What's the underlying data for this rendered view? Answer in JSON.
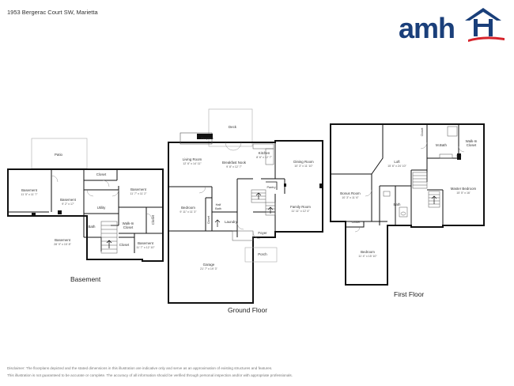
{
  "address": "1953 Bergerac Court SW, Marietta",
  "logo": {
    "wordmark": "amh",
    "brand_color": "#1a3f7a",
    "accent_color": "#d6232b"
  },
  "floors": {
    "basement": {
      "title": "Basement",
      "rooms": {
        "patio": {
          "label": "Patio"
        },
        "closet1": {
          "label": "Closet"
        },
        "basement1": {
          "label": "Basement",
          "dims": "11' 5\" x 11' 7\""
        },
        "basement2": {
          "label": "Basement",
          "dims": "9' 2\" x 17'"
        },
        "basement3": {
          "label": "Basement",
          "dims": "11' 7\" x 11' 2\""
        },
        "utility": {
          "label": "Utility"
        },
        "walkin": {
          "label": "Walk-In",
          "label2": "Closet"
        },
        "basement4": {
          "label": "Basement",
          "dims": "28' 9\" x 15' 8\""
        },
        "closet2": {
          "label": "Closet"
        },
        "basement5": {
          "label": "Basement",
          "dims": "11' 7\" x 12' 10\""
        },
        "bath": {
          "label": "Bath"
        },
        "closet3": {
          "label": "Closet"
        }
      }
    },
    "ground": {
      "title": "Ground Floor",
      "rooms": {
        "deck": {
          "label": "Deck"
        },
        "fireplace": {
          "label": "Fireplace"
        },
        "living": {
          "label": "Living Room",
          "dims": "12' 6\" x 14' 11\""
        },
        "breakfast": {
          "label": "Breakfast Nook",
          "dims": "9' 8\" x 12' 7\""
        },
        "kitchen": {
          "label": "Kitchen",
          "dims": "8' 6\" x 12' 7\""
        },
        "dining": {
          "label": "Dining Room",
          "dims": "10' 3\" x 11' 10\""
        },
        "bedroom": {
          "label": "Bedroom",
          "dims": "9' 11\" x 11' 3\""
        },
        "halfbath": {
          "label": "Half",
          "label2": "Bath"
        },
        "closet": {
          "label": "Closet"
        },
        "pantry": {
          "label": "Pantry"
        },
        "laundry": {
          "label": "Laundry"
        },
        "family": {
          "label": "Family Room",
          "dims": "11' 11\" x 12' 4\""
        },
        "foyer": {
          "label": "Foyer"
        },
        "porch": {
          "label": "Porch"
        },
        "garage": {
          "label": "Garage",
          "dims": "21' 7\" x 19' 3\""
        }
      }
    },
    "first": {
      "title": "First Floor",
      "rooms": {
        "closet1": {
          "label": "Closet"
        },
        "loft": {
          "label": "Loft",
          "dims": "15' 6\" x 24' 10\""
        },
        "mbath": {
          "label": "M.Bath"
        },
        "walkin": {
          "label": "Walk-In",
          "label2": "Closet"
        },
        "bonus": {
          "label": "Bonus Room",
          "dims": "10' 3\" x 11' 6\""
        },
        "bath": {
          "label": "Bath"
        },
        "master": {
          "label": "Master Bedroom",
          "dims": "15' 5\" x 16'"
        },
        "closet2": {
          "label": "Closet"
        },
        "bedroom": {
          "label": "Bedroom",
          "dims": "11' 4\" x 15' 10\""
        }
      }
    }
  },
  "disclaimer": {
    "line1": "Disclaimer: The floorplans depicted and the stated dimensions in this illustration are indicative only and serve as an approximation of existing structures and features.",
    "line2": "This illustration is not guaranteed to be accurate or complete. The accuracy of all information should be verified through personal inspection and/or with appropriate professionals."
  }
}
